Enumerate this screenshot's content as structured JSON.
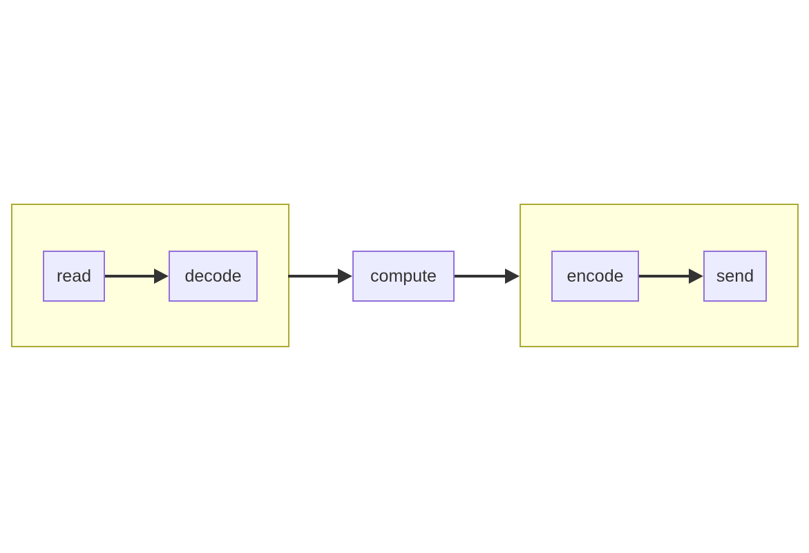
{
  "diagram": {
    "type": "flowchart",
    "direction": "left-to-right",
    "nodes": [
      {
        "id": "read",
        "label": "read"
      },
      {
        "id": "decode",
        "label": "decode"
      },
      {
        "id": "compute",
        "label": "compute"
      },
      {
        "id": "encode",
        "label": "encode"
      },
      {
        "id": "send",
        "label": "send"
      }
    ],
    "groups": [
      {
        "id": "input-group",
        "contains": [
          "read",
          "decode"
        ]
      },
      {
        "id": "output-group",
        "contains": [
          "encode",
          "send"
        ]
      }
    ],
    "edges": [
      {
        "from": "read",
        "to": "decode"
      },
      {
        "from": "input-group",
        "to": "compute"
      },
      {
        "from": "compute",
        "to": "output-group"
      },
      {
        "from": "encode",
        "to": "send"
      }
    ],
    "colors": {
      "background": "#ffffff",
      "group_fill": "#ffffde",
      "group_border": "#aaaa33",
      "node_fill": "#ececff",
      "node_border": "#9370db",
      "edge_stroke": "#333333",
      "text": "#333333"
    }
  }
}
